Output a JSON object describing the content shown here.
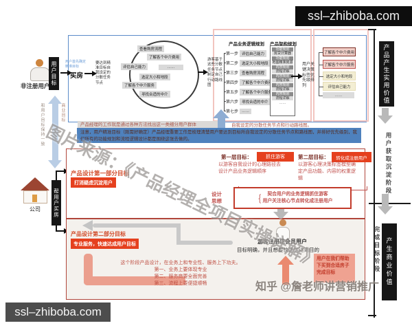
{
  "watermarks": {
    "top_right": "ssl–zhiboba.com",
    "bottom_left": "ssl–zhiboba.com",
    "diagonal_source": "图片来源：《产品经理全项目实操详解》",
    "zhihu": "知乎 @詹老师讲营销推广"
  },
  "left_rail": {
    "unregistered_user": "非注册用户",
    "user_goal": "用户目标",
    "align_user": "和用户目标保持一致",
    "align_business": "商业目标",
    "company": "公司",
    "help_buy": "帮用户买房"
  },
  "top_flow": {
    "first_goal_hint": "用户首先确定精准目标",
    "buy_house": "买房",
    "task_hint": "要达到精准目标自我设定的分散任务节点",
    "circle_items": [
      "查看购房流程",
      "了解各个中介费用",
      "评估自己能力",
      "……",
      "选定大小和地段",
      "了解各个中介服务",
      "寻找合适的中介"
    ],
    "route_hint": "游客基于这些分散任务节点制定自己行动路线图",
    "logic_title": "产品业务逻辑规划",
    "steps": [
      {
        "label": "第一步",
        "value": "评估自己能力"
      },
      {
        "label": "第二步",
        "value": "选定大小和地段"
      },
      {
        "label": "第三步",
        "value": "查看购房流程"
      },
      {
        "label": "第四步",
        "value": "了解各个中介费用"
      },
      {
        "label": "第五步",
        "value": "了解各个中介服务"
      },
      {
        "label": "第六步",
        "value": "寻找合适的中介"
      },
      {
        "label": "第七步",
        "value": "……"
      }
    ],
    "arch_title": "产品架构规划",
    "arch_items": [
      {
        "tag": "功能规划",
        "value": "房贷计算器"
      },
      {
        "tag": "功能规划",
        "value": "地图精准房源"
      },
      {
        "tag": "内容规划",
        "value": "流程详解"
      },
      {
        "tag": "内容规划",
        "value": "流程详解"
      },
      {
        "tag": "内容规划",
        "value": "流程详解"
      },
      {
        "tag": "内容规划",
        "value": "流程详解"
      }
    ],
    "arch_dots": "……",
    "priority_hint": "用户关键决策标签优先级排列",
    "priority_items": [
      "了解各个中介费用",
      "了解各个中介服务",
      "选定大小和地段",
      "评估自己能力",
      "……"
    ]
  },
  "middle": {
    "pm_work": "产品经理的工作就是通过各种方法找出这一类细分用户群体",
    "self_set": "自我设定的分散任务节点和行动路线图。",
    "note": "注意，用户精准目标（刚需好确定）产品经理重要工作是梳理清楚用户要达到目标所自我设定的分散任务节点和路线图，并排好优先级别，我们所有的功能规划和流程逻辑设计都是围绕这张去做的。"
  },
  "section1": {
    "title": "产品设计第一部分目标",
    "badge": "打消疑虑沉淀用户",
    "goal1_label": "第一层目标：",
    "goal1_badge": "抓住游客",
    "goal1_desc": "以游客自我设计的心理路径去设计产品业务逻辑顺序",
    "goal2_label": "第二层目标：",
    "goal2_badge": "转化成注册用户",
    "goal2_desc": "以游客心理决策标签模型确定产品功能、内容的权重逻辑",
    "philosophy_label": "设计思想",
    "philosophy_brace": "｛",
    "philosophy_line1": "契合用户的业务逻辑抓住游客",
    "philosophy_line2": "用户关注核心节点转化成注册用户"
  },
  "section2": {
    "title": "产品设计第二部分目标",
    "badge": "专业服务，快速达成用户目标",
    "desc_intro": "这个阶段产品设计，在业务上和专业性、服务上下功夫。",
    "desc_items": [
      "第一、业务上要体现专业",
      "第二、服务商要全面完善",
      "第三、流程上要便捷顺畅"
    ],
    "visitor_title": "游客注册成会员用户",
    "visitor_desc": "目标明确，并且想要快速的达到目的",
    "result_note": "用户在我们帮助下买到合适房子完成目标"
  },
  "right_rail": {
    "stage1": "产品产生实用价值",
    "stage1_sub": "用户获取沉淀阶段",
    "stage2_label": "完成目标阶段",
    "stage2": "产生商业价值"
  },
  "colors": {
    "accent_red": "#e5401e",
    "deep_red_text": "#c0504d",
    "banner_blue": "#4e81bd",
    "arrow_blue": "#8eadd3",
    "light_blue": "#b9cde5",
    "rail_black": "#161616",
    "chip_gray": "#d9d9d9",
    "priority_pink": "#f1cfc8",
    "priority_yellow": "#f3eed3",
    "section_bg": "#f4f1ed",
    "salmon": "#eb9f8e"
  }
}
